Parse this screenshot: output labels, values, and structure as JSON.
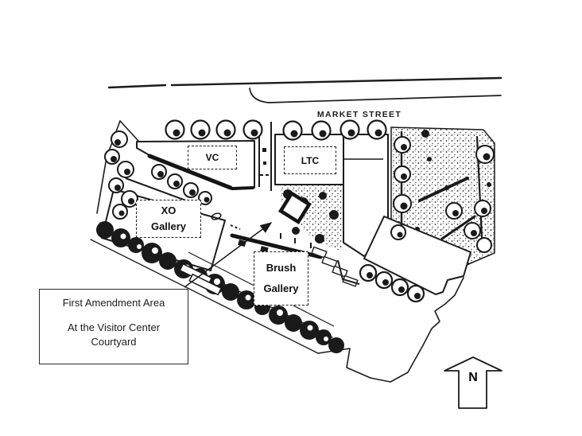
{
  "map": {
    "street_label": "MARKET STREET",
    "north_label": "N",
    "labels": {
      "vc": "VC",
      "ltc": "LTC",
      "xo": {
        "line1": "XO",
        "line2": "Gallery"
      },
      "brush": {
        "line1": "Brush",
        "line2": "Gallery"
      }
    },
    "callout": {
      "line1": "First Amendment Area",
      "line2": "At the Visitor Center",
      "line3": "Courtyard"
    }
  },
  "colors": {
    "ink": "#1a1a1a",
    "paper": "#ffffff"
  }
}
